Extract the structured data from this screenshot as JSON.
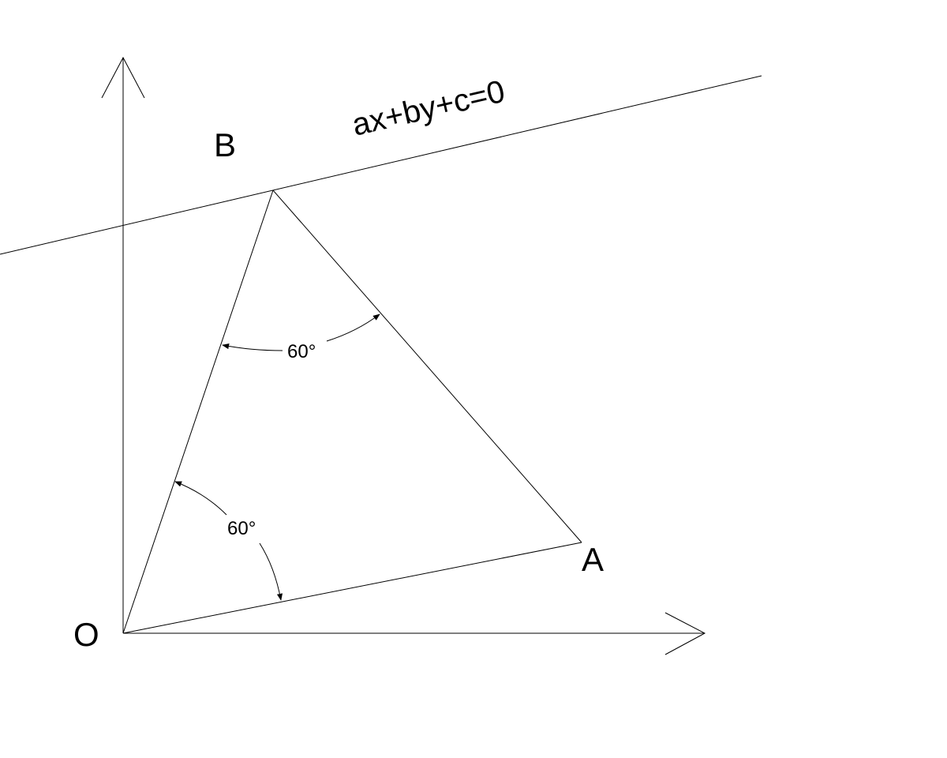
{
  "diagram": {
    "line_equation": "ax+by+c=0",
    "points": {
      "origin": "O",
      "a": "A",
      "b": "B"
    },
    "angles": {
      "at_b": "60°",
      "at_o": "60°"
    },
    "colors": {
      "stroke": "#000000",
      "background": "#ffffff"
    }
  }
}
